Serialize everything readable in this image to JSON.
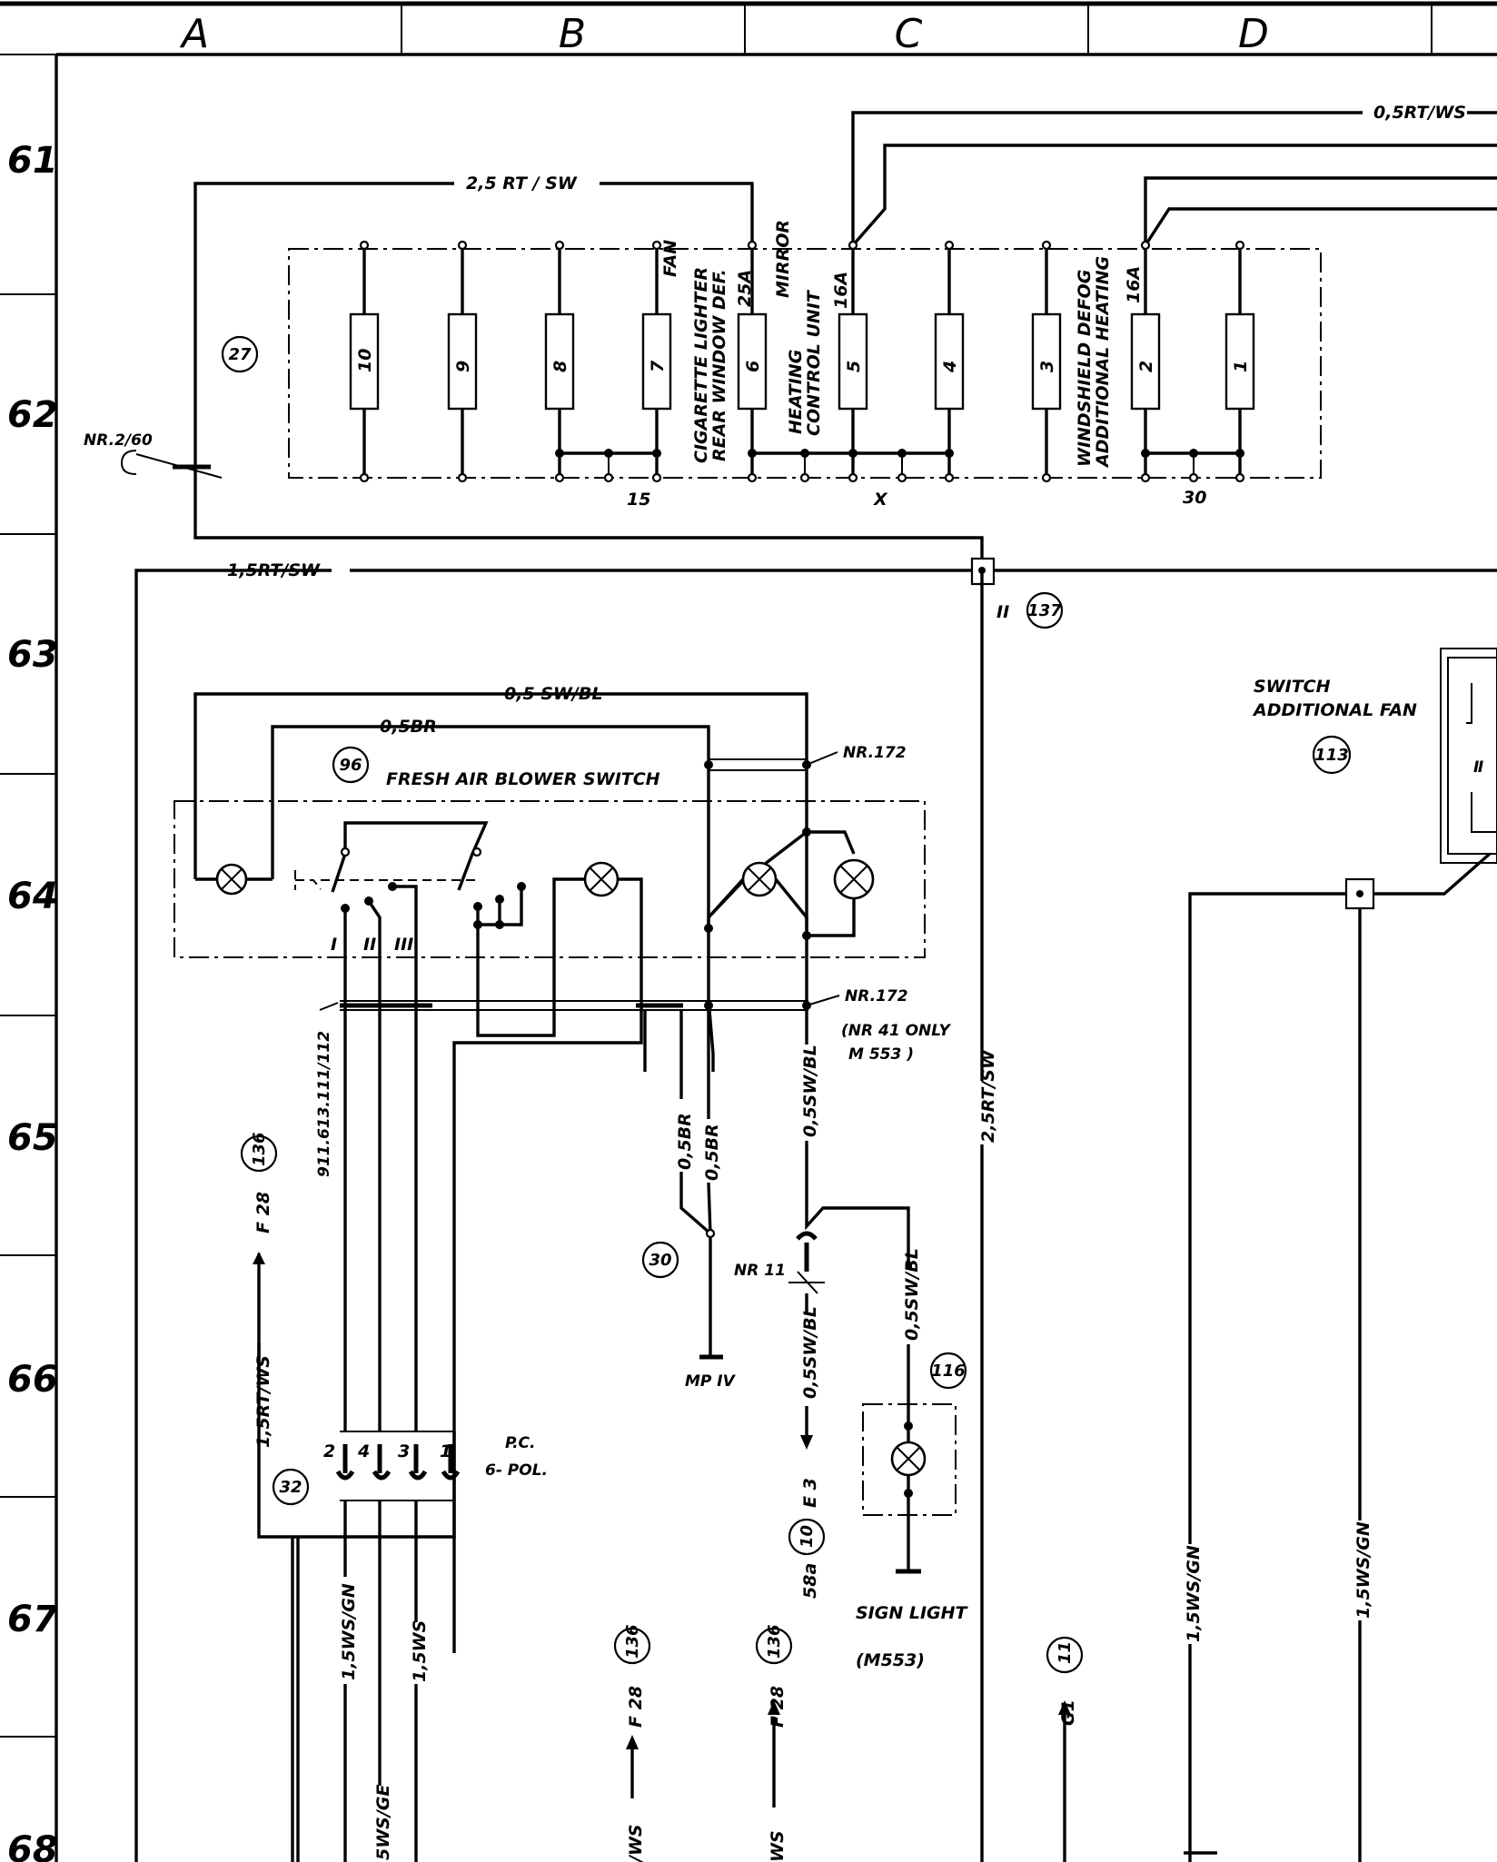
{
  "grid": {
    "columns": [
      "A",
      "B",
      "C",
      "D"
    ],
    "rows": [
      "61",
      "62",
      "63",
      "64",
      "65",
      "66",
      "67",
      "68"
    ]
  },
  "fuse_box": {
    "ref": "27",
    "fuses": [
      "10",
      "9",
      "8",
      "7",
      "6",
      "5",
      "4",
      "3",
      "2",
      "1"
    ],
    "fuse_labels": {
      "f7": "FAN",
      "f6_line1": "CIGARETTE LIGHTER",
      "f6_line2": "REAR WINDOW DEF.",
      "f6_rating": "25A",
      "f5_line1": "MIRROR",
      "f5_line2": "HEATING",
      "f5_line3": "CONTROL UNIT",
      "f5_rating": "16A",
      "f2_line1": "WINDSHIELD DEFOG",
      "f2_line2": "ADDITIONAL HEATING",
      "f2_rating": "16A"
    },
    "bus_labels": [
      "15",
      "X",
      "30"
    ]
  },
  "wires": {
    "w_top_right": "0,5RT/WS",
    "w_25rtsw": "2,5 RT / SW",
    "w_15rtsw": "1,5RT/SW",
    "w_05swbl": "0,5 SW/BL",
    "w_05br": "0,5BR",
    "w_05br_a": "0,5BR",
    "w_05br_b": "0,5BR",
    "w_055swbl": "0,5SW/BL",
    "w_25rtsw_v": "2,5RT/SW",
    "w_15rtws": "1,5RT/WS",
    "w_nr11_down": "0,5SW/BL",
    "w_sign": "0,5SW/BL",
    "w_15wsgn_a": "1,5WS/GN",
    "w_15ws": "1,5WS",
    "w_wsge": "5WS/GE",
    "w_ws_a": "/WS",
    "w_ws_b": "WS",
    "w_15wsgn_b": "1,5WS/GN",
    "w_15wsgn_c": "1,5WS/GN"
  },
  "connectors": {
    "nr260": "NR.2/60",
    "nr172_top": "NR.172",
    "nr172_bot": "NR.172",
    "nr41_line1": "(NR 41  ONLY",
    "nr41_line2": "M 553 )",
    "nr11": "NR 11",
    "partno": "911.613.111/112",
    "pc_line1": "P.C.",
    "pc_line2": "6- POL.",
    "pins": [
      "2",
      "4",
      "3",
      "1"
    ],
    "pos_I": "I",
    "pos_II": "II",
    "pos_III": "III",
    "splice_II": "II",
    "mp4": "MP IV"
  },
  "components": {
    "c96_ref": "96",
    "c96_name": "FRESH AIR BLOWER SWITCH",
    "c113_ref": "113",
    "c113_line1": "SWITCH",
    "c113_line2": "ADDITIONAL FAN",
    "c116_ref": "116",
    "c116_name": "SIGN LIGHT",
    "c116_note": "(M553)",
    "c137_ref": "137",
    "c30_ref": "30",
    "c32_ref": "32"
  },
  "refs": {
    "f28_a_ref": "136",
    "f28_a_code": "F 28",
    "e3_ref": "10",
    "e3_code": "E 3",
    "e3_term": "58a",
    "f28_b_ref": "136",
    "f28_b_code": "F 28",
    "f28_c_ref": "136",
    "f28_c_code": "F 28",
    "g1_ref": "11",
    "g1_code": "G1"
  }
}
